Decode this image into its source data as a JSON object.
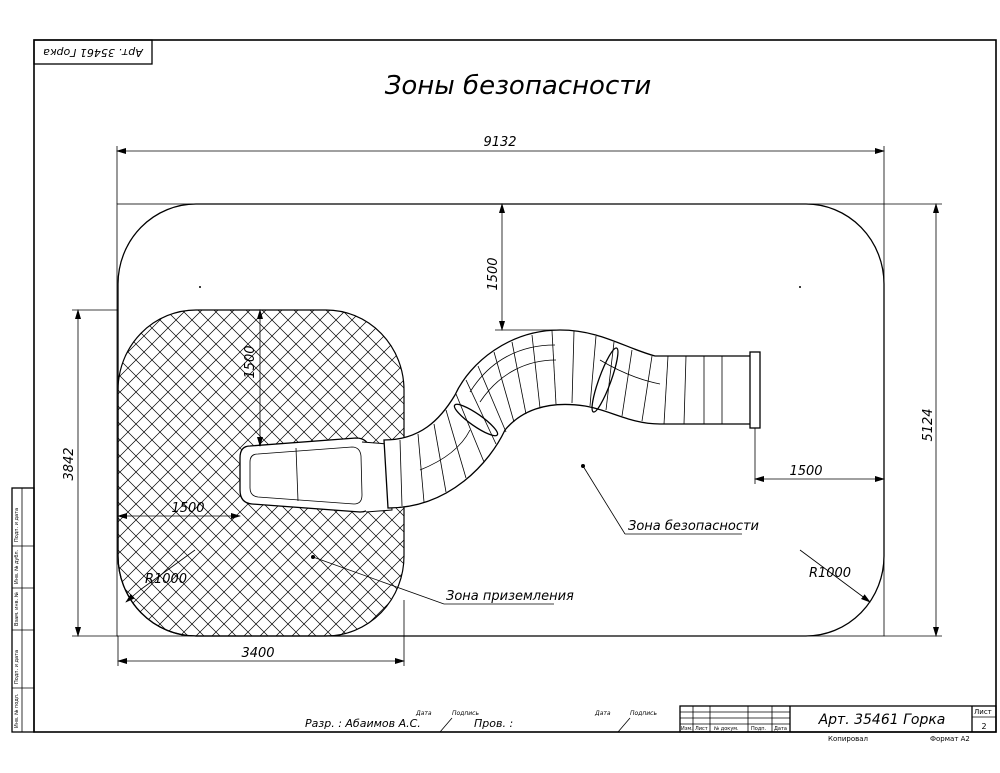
{
  "sheet": {
    "title": "Зоны безопасности",
    "stamp_mirrored": "Арт. 35461 Горка",
    "article": "Арт. 35461 Горка",
    "sheet_label": "Лист",
    "sheet_number": "2",
    "copied_label": "Копировал",
    "format_label": "Формат А2",
    "developer": "Разр. : Абаимов А.С.",
    "checked": "Пров. :",
    "date_label": "Дата",
    "sign_label": "Подпись",
    "title_block_headers": [
      "Изм.",
      "Лист",
      "№ докум.",
      "Подп.",
      "Дата"
    ],
    "side_strip": [
      "Инв. № подл.",
      "Подп. и дата",
      "Взам. инв. №",
      "Инв. № дубл.",
      "Подп. и дата"
    ]
  },
  "dimensions": {
    "overall_width": "9132",
    "overall_height": "5124",
    "landing_width": "3400",
    "landing_height": "3842",
    "top_offset": "1500",
    "landing_top_offset": "1500",
    "landing_left_offset": "1500",
    "right_offset": "1500",
    "radius_left": "R1000",
    "radius_right": "R1000"
  },
  "labels": {
    "safety_zone": "Зона безопасности",
    "landing_zone": "Зона приземления"
  }
}
